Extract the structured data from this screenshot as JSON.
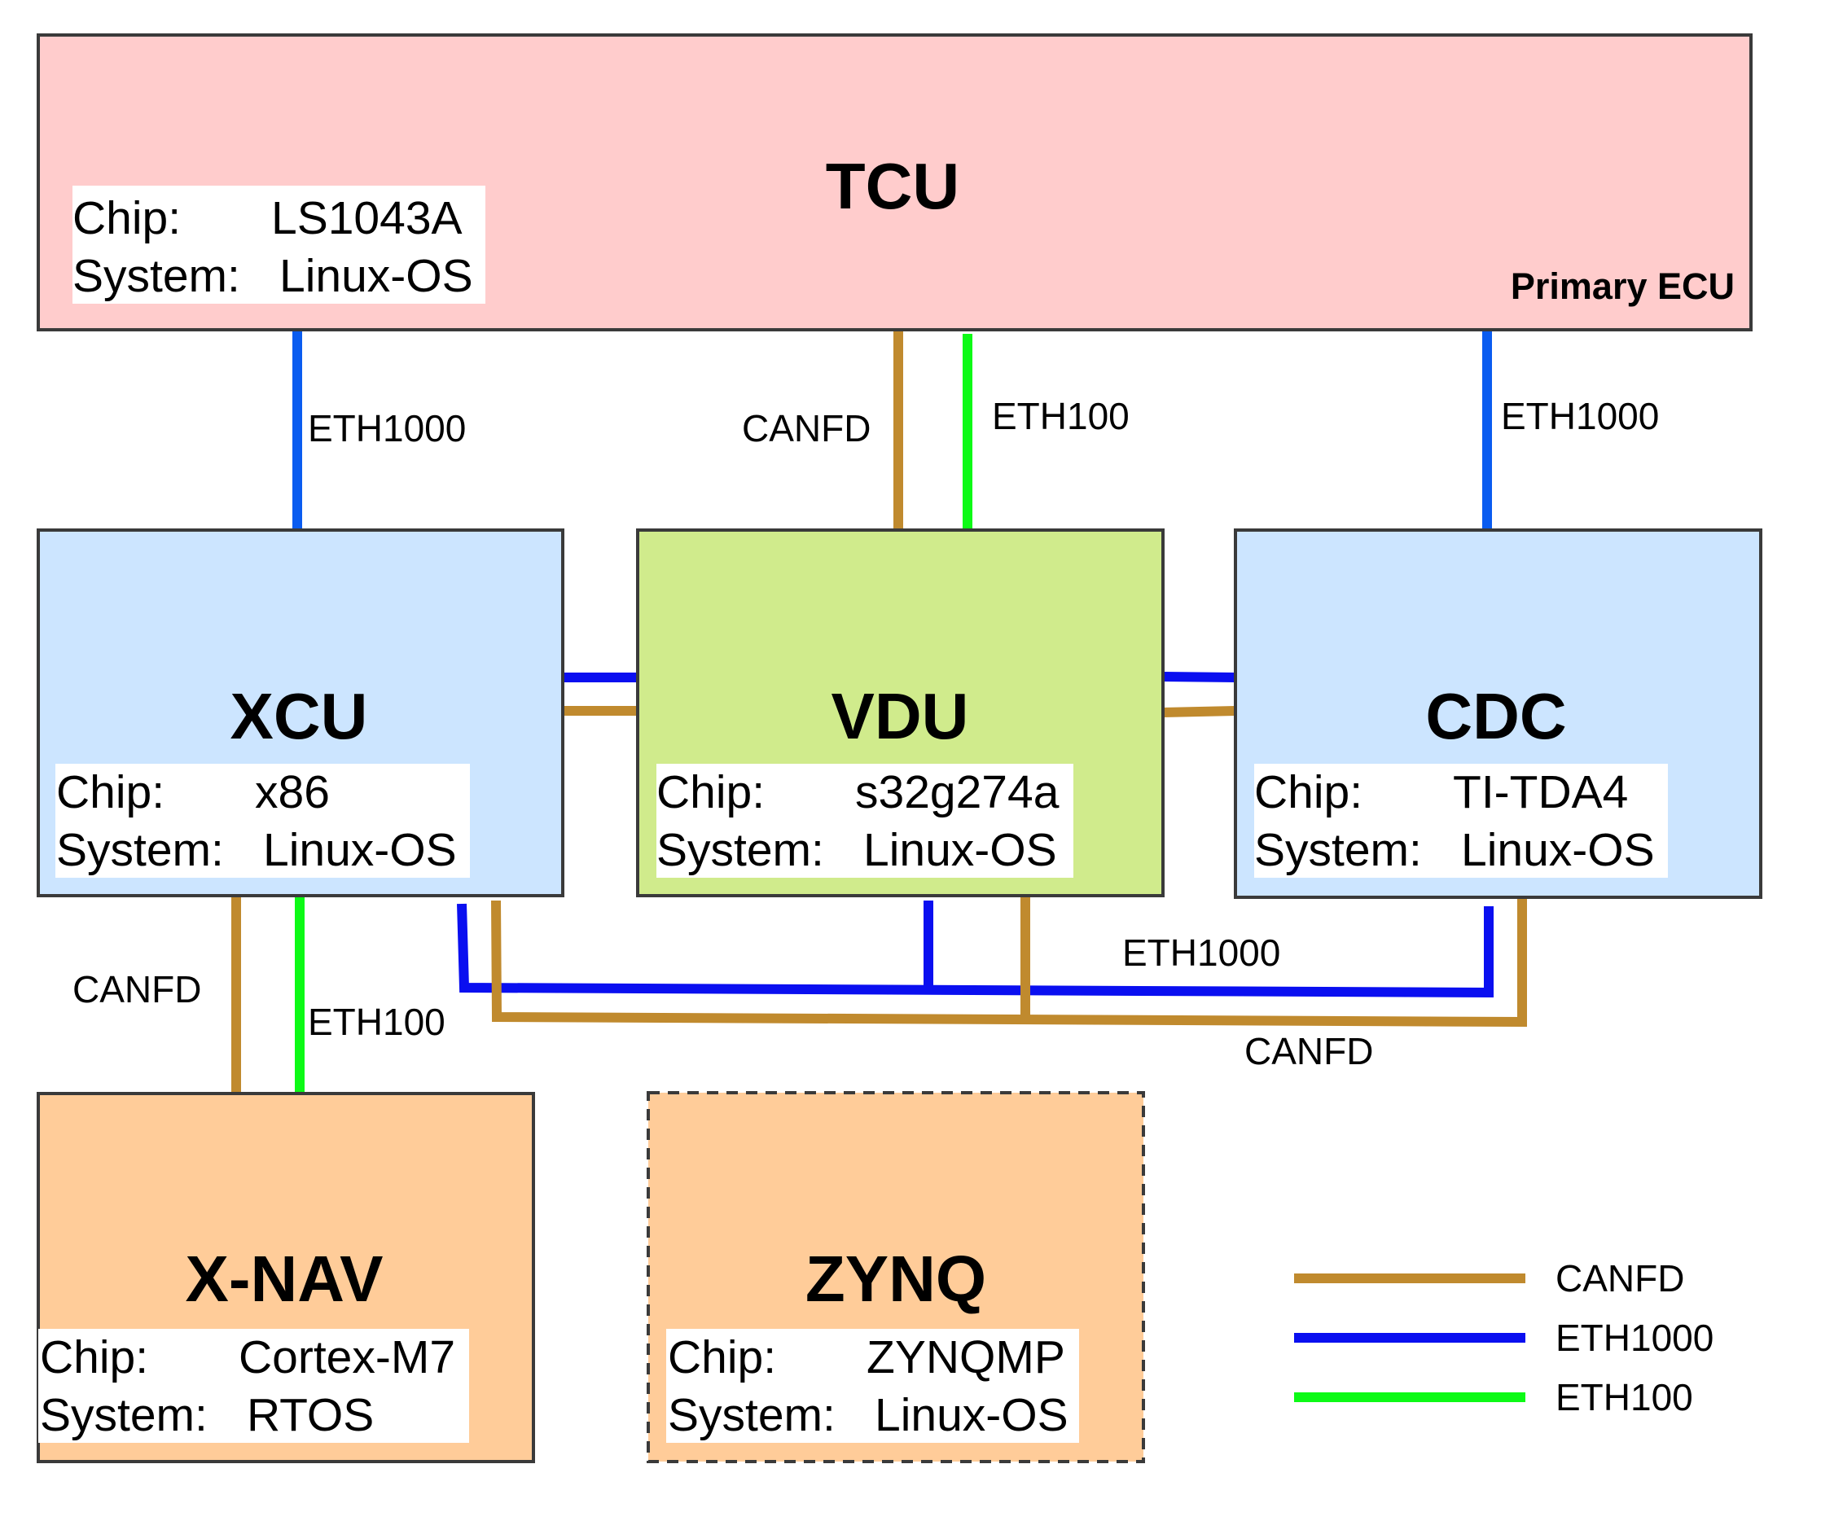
{
  "colors": {
    "canfd": "#c08a2e",
    "eth1000_uplink": "#0a5cf0",
    "eth1000": "#0a0ff0",
    "eth100": "#0dfa16",
    "tcu_fill": "#ffcccc",
    "xcu_fill": "#cce5ff",
    "vdu_fill": "#d0eb8c",
    "cdc_fill": "#cce5ff",
    "xnav_fill": "#ffcc99",
    "zynq_fill": "#ffcc99",
    "border": "#3a3a3a"
  },
  "ecus": {
    "tcu": {
      "name": "TCU",
      "chip_label": "Chip:",
      "chip": "LS1043A",
      "system_label": "System:",
      "system": "Linux-OS",
      "tag": "Primary ECU"
    },
    "xcu": {
      "name": "XCU",
      "chip_label": "Chip:",
      "chip": "x86",
      "system_label": "System:",
      "system": "Linux-OS"
    },
    "vdu": {
      "name": "VDU",
      "chip_label": "Chip:",
      "chip": "s32g274a",
      "system_label": "System:",
      "system": "Linux-OS"
    },
    "cdc": {
      "name": "CDC",
      "chip_label": "Chip:",
      "chip": "TI-TDA4",
      "system_label": "System:",
      "system": "Linux-OS"
    },
    "xnav": {
      "name": "X-NAV",
      "chip_label": "Chip:",
      "chip": "Cortex-M7",
      "system_label": "System:",
      "system": "RTOS"
    },
    "zynq": {
      "name": "ZYNQ",
      "chip_label": "Chip:",
      "chip": "ZYNQMP",
      "system_label": "System:",
      "system": "Linux-OS",
      "border_style": "dashed"
    }
  },
  "link_labels": {
    "tcu_xcu_eth1000": "ETH1000",
    "tcu_vdu_canfd": "CANFD",
    "tcu_vdu_eth100": "ETH100",
    "tcu_cdc_eth1000": "ETH1000",
    "xcu_xnav_canfd": "CANFD",
    "xcu_xnav_eth100": "ETH100",
    "bus_eth1000": "ETH1000",
    "bus_canfd": "CANFD"
  },
  "legend": [
    {
      "label": "CANFD",
      "color": "#c08a2e"
    },
    {
      "label": "ETH1000",
      "color": "#0a0ff0"
    },
    {
      "label": "ETH100",
      "color": "#0dfa16"
    }
  ]
}
